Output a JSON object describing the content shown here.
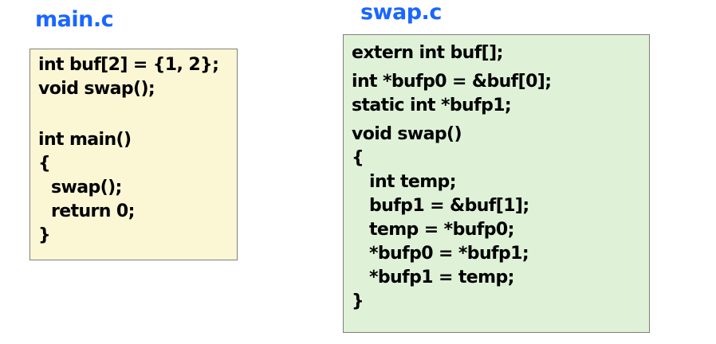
{
  "main_file": {
    "title": "main.c",
    "title_color": "#1a66ff",
    "box_color": "#fbf7d4",
    "lines": [
      "int buf[2] = {1, 2};",
      "void swap();",
      "int main()",
      "{",
      "swap();",
      "return 0;",
      "}"
    ]
  },
  "swap_file": {
    "title": "swap.c",
    "title_color": "#1a66ff",
    "box_color": "#dff2d8",
    "lines": [
      "extern int buf[];",
      "int *bufp0 = &buf[0];",
      "static int *bufp1;",
      "void swap()",
      "{",
      "int temp;",
      "bufp1 = &buf[1];",
      "temp = *bufp0;",
      "*bufp0 = *bufp1;",
      "*bufp1 = temp;",
      "}"
    ]
  }
}
